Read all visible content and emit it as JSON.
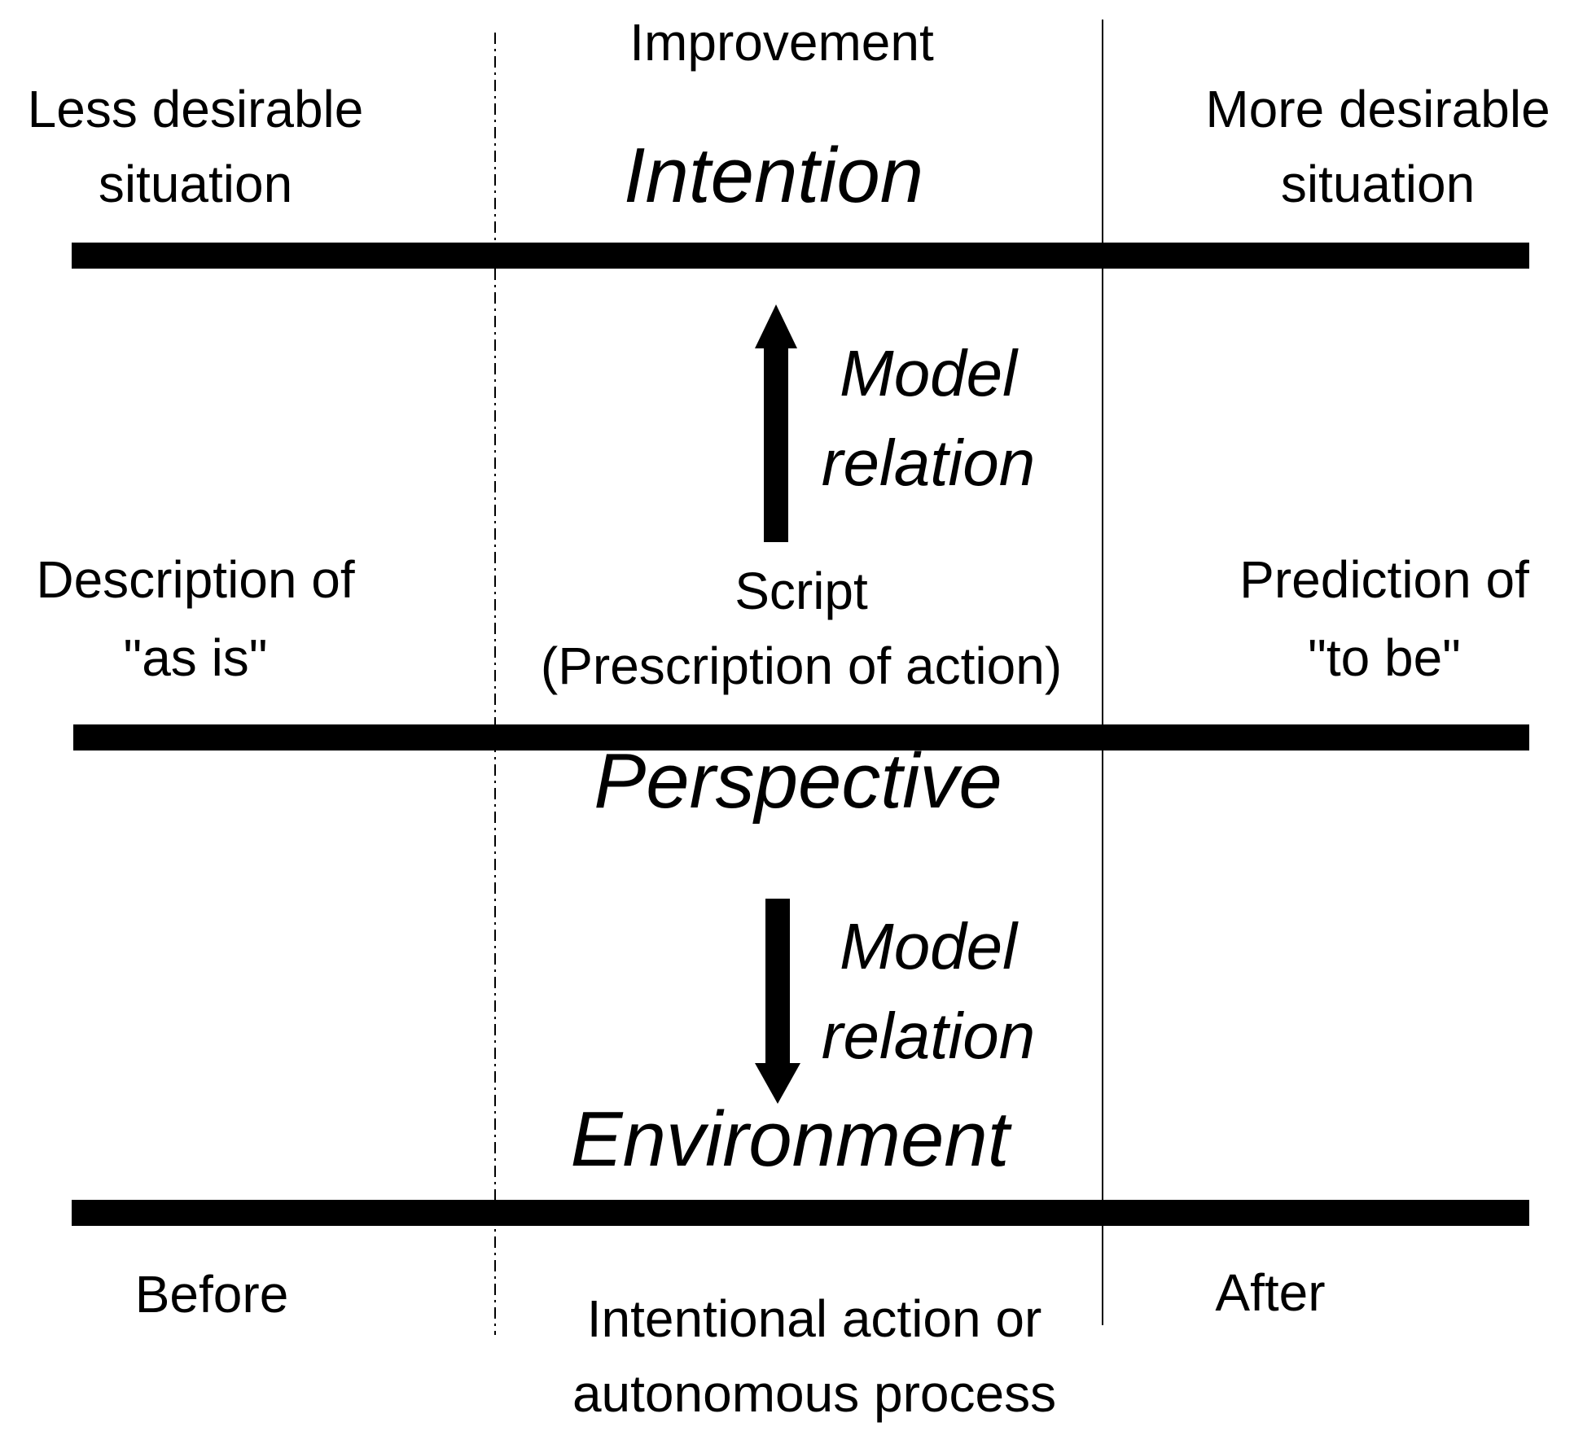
{
  "labels": {
    "improvement": "Improvement",
    "less_desirable": "Less desirable\nsituation",
    "more_desirable": "More desirable\nsituation",
    "intention": "Intention",
    "model_relation_top": "Model\nrelation",
    "description_as_is": "Description of\n\"as is\"",
    "script": "Script\n(Prescription of action)",
    "prediction_to_be": "Prediction of\n\"to be\"",
    "perspective": "Perspective",
    "model_relation_bottom": "Model\nrelation",
    "environment": "Environment",
    "before": "Before",
    "intentional_action": "Intentional action or\nautonomous process",
    "after": "After"
  },
  "colors": {
    "ink": "#000000",
    "background": "#ffffff"
  }
}
